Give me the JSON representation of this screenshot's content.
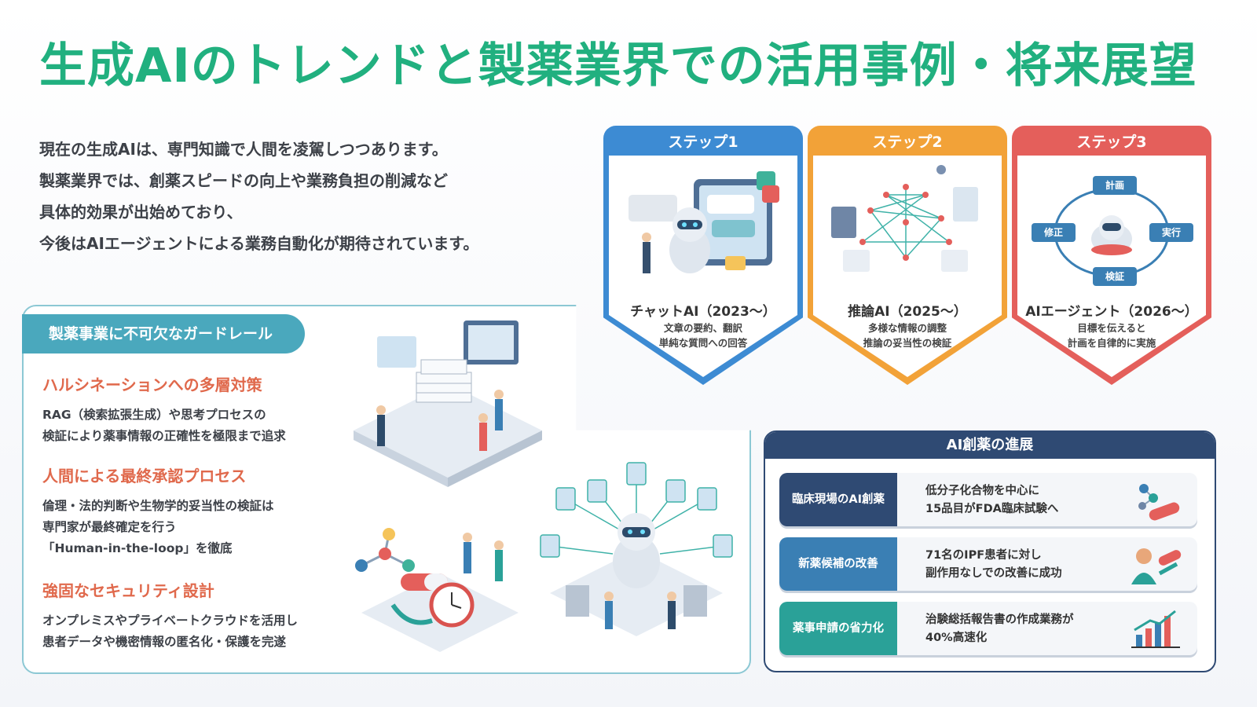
{
  "title": "生成AIのトレンドと製薬業界での活用事例・将来展望",
  "intro": [
    "現在の生成AIは、専門知識で人間を凌駕しつつあります。",
    "製薬業界では、創薬スピードの向上や業務負担の削減など",
    "具体的効果が出始めており、",
    "今後はAIエージェントによる業務自動化が期待されています。"
  ],
  "steps": [
    {
      "header": "ステップ1",
      "name": "チャットAI（2023～）",
      "desc": [
        "文章の要約、翻訳",
        "単純な質問への回答"
      ],
      "color": "#3d8bd3"
    },
    {
      "header": "ステップ2",
      "name": "推論AI（2025～）",
      "desc": [
        "多様な情報の調整",
        "推論の妥当性の検証"
      ],
      "color": "#f2a238"
    },
    {
      "header": "ステップ3",
      "name": "AIエージェント（2026～）",
      "desc": [
        "目標を伝えると",
        "計画を自律的に実施"
      ],
      "color": "#e45f5b",
      "cycle": {
        "plan": "計画",
        "execute": "実行",
        "verify": "検証",
        "fix": "修正"
      }
    }
  ],
  "guardrail": {
    "title": "製薬事業に不可欠なガードレール",
    "items": [
      {
        "heading": "ハルシネーションへの多層対策",
        "lines": [
          "RAG（検索拡張生成）や思考プロセスの",
          "検証により薬事情報の正確性を極限まで追求"
        ]
      },
      {
        "heading": "人間による最終承認プロセス",
        "lines": [
          "倫理・法的判断や生物学的妥当性の検証は",
          "専門家が最終確定を行う",
          "「Human-in-the-loop」を徹底"
        ]
      },
      {
        "heading": "強固なセキュリティ設計",
        "lines": [
          "オンプレミスやプライベートクラウドを活用し",
          "患者データや機密情報の匿名化・保護を完遂"
        ]
      }
    ]
  },
  "ai_drug": {
    "title": "AI創薬の進展",
    "rows": [
      {
        "label": "臨床現場のAI創薬",
        "lines": [
          "低分子化合物を中心に",
          "15品目がFDA臨床試験へ"
        ],
        "icon": "molecule-icon",
        "color": "#2f4a73"
      },
      {
        "label": "新薬候補の改善",
        "lines": [
          "71名のIPF患者に対し",
          "副作用なしでの改善に成功"
        ],
        "icon": "patient-capsule-icon",
        "color": "#3a7fb4"
      },
      {
        "label": "薬事申請の省力化",
        "lines": [
          "治験総括報告書の作成業務が",
          "40%高速化"
        ],
        "icon": "growth-chart-icon",
        "color": "#2aa198"
      }
    ]
  }
}
